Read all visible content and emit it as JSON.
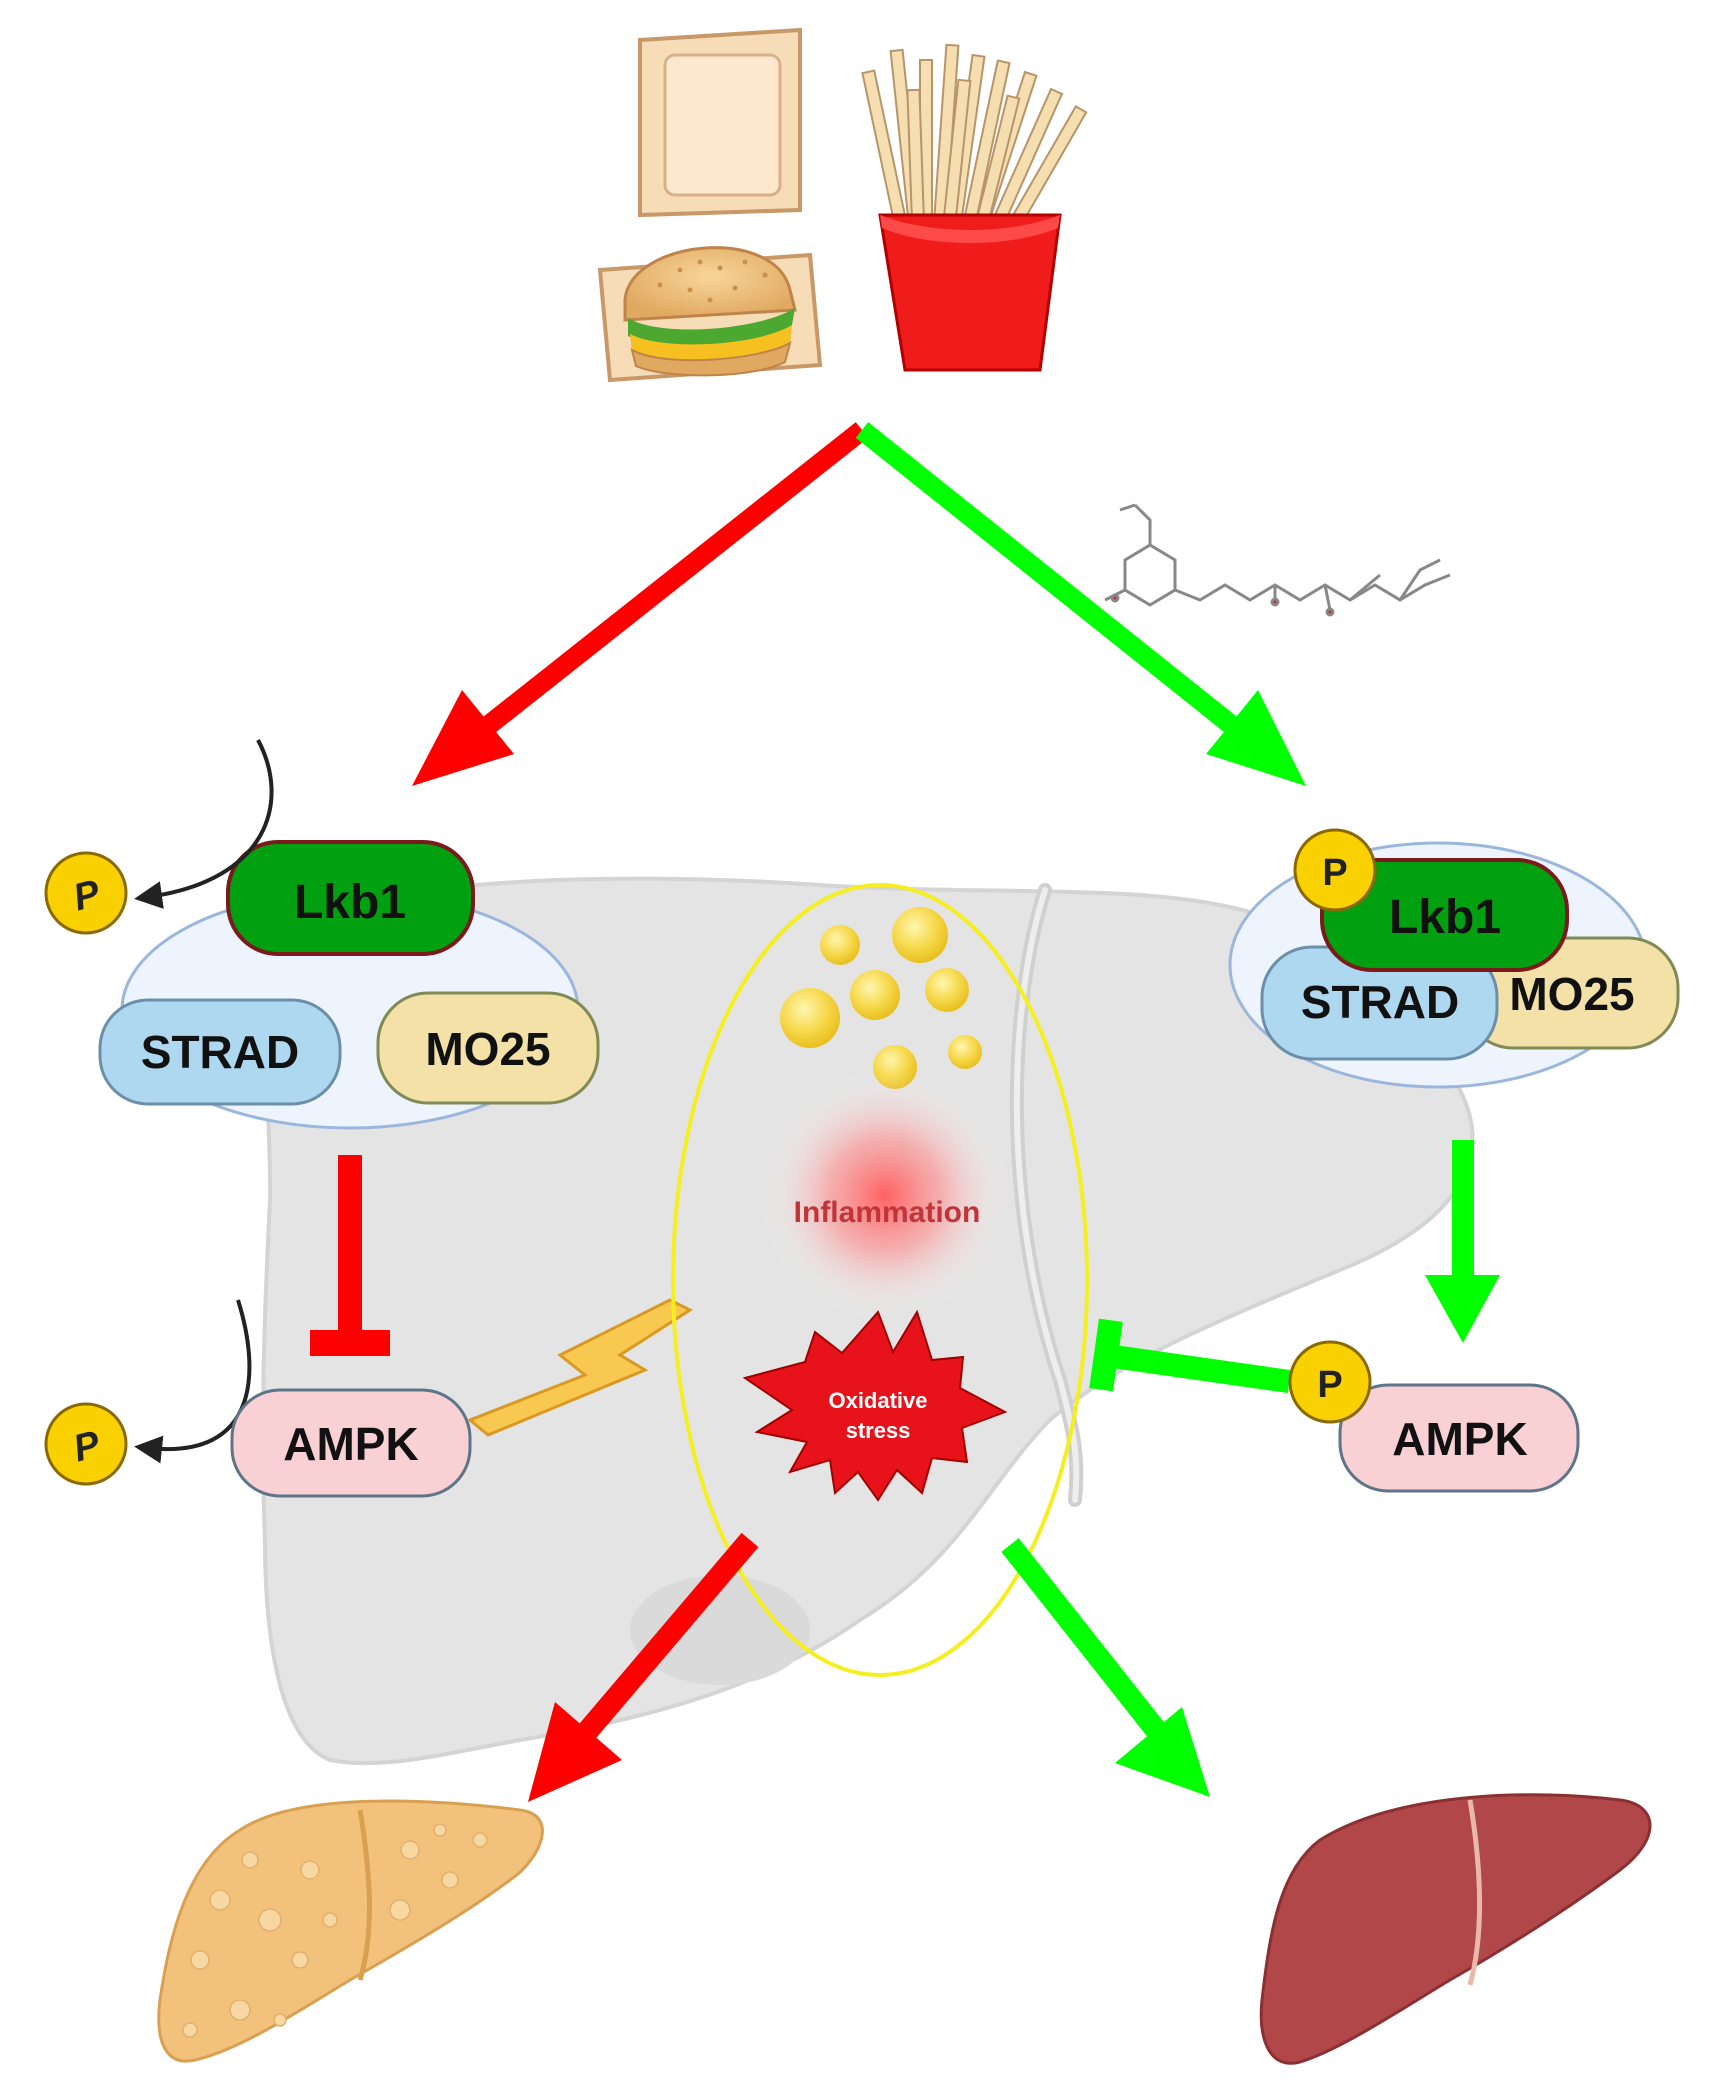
{
  "left_complex": {
    "lkb1": "Lkb1",
    "strad": "STRAD",
    "mo25": "MO25",
    "phospho_lkb1": "P",
    "ampk": "AMPK",
    "phospho_ampk": "P"
  },
  "right_complex": {
    "phospho_lkb1": "P",
    "lkb1": "Lkb1",
    "strad": "STRAD",
    "mo25": "MO25",
    "phospho_ampk": "P",
    "ampk": "AMPK"
  },
  "center": {
    "inflammation": "Inflammation",
    "oxidative_line1": "Oxidative",
    "oxidative_line2": "stress"
  },
  "colors": {
    "harm": "#ff0000",
    "protect": "#00ff00",
    "lkb1": "#00a010",
    "strad": "#aed8f0",
    "mo25": "#f3e1a8",
    "ampk": "#f9d0d3",
    "phospho": "#f9d000",
    "liver_bg": "#e3e3e3",
    "fatty_liver": "#f2c27c",
    "healthy_liver": "#b2474a"
  },
  "icons": [
    "burger-box-icon",
    "fries-icon",
    "molecule-icon",
    "lightning-icon",
    "fat-droplet-icon",
    "fatty-liver-icon",
    "healthy-liver-icon"
  ]
}
